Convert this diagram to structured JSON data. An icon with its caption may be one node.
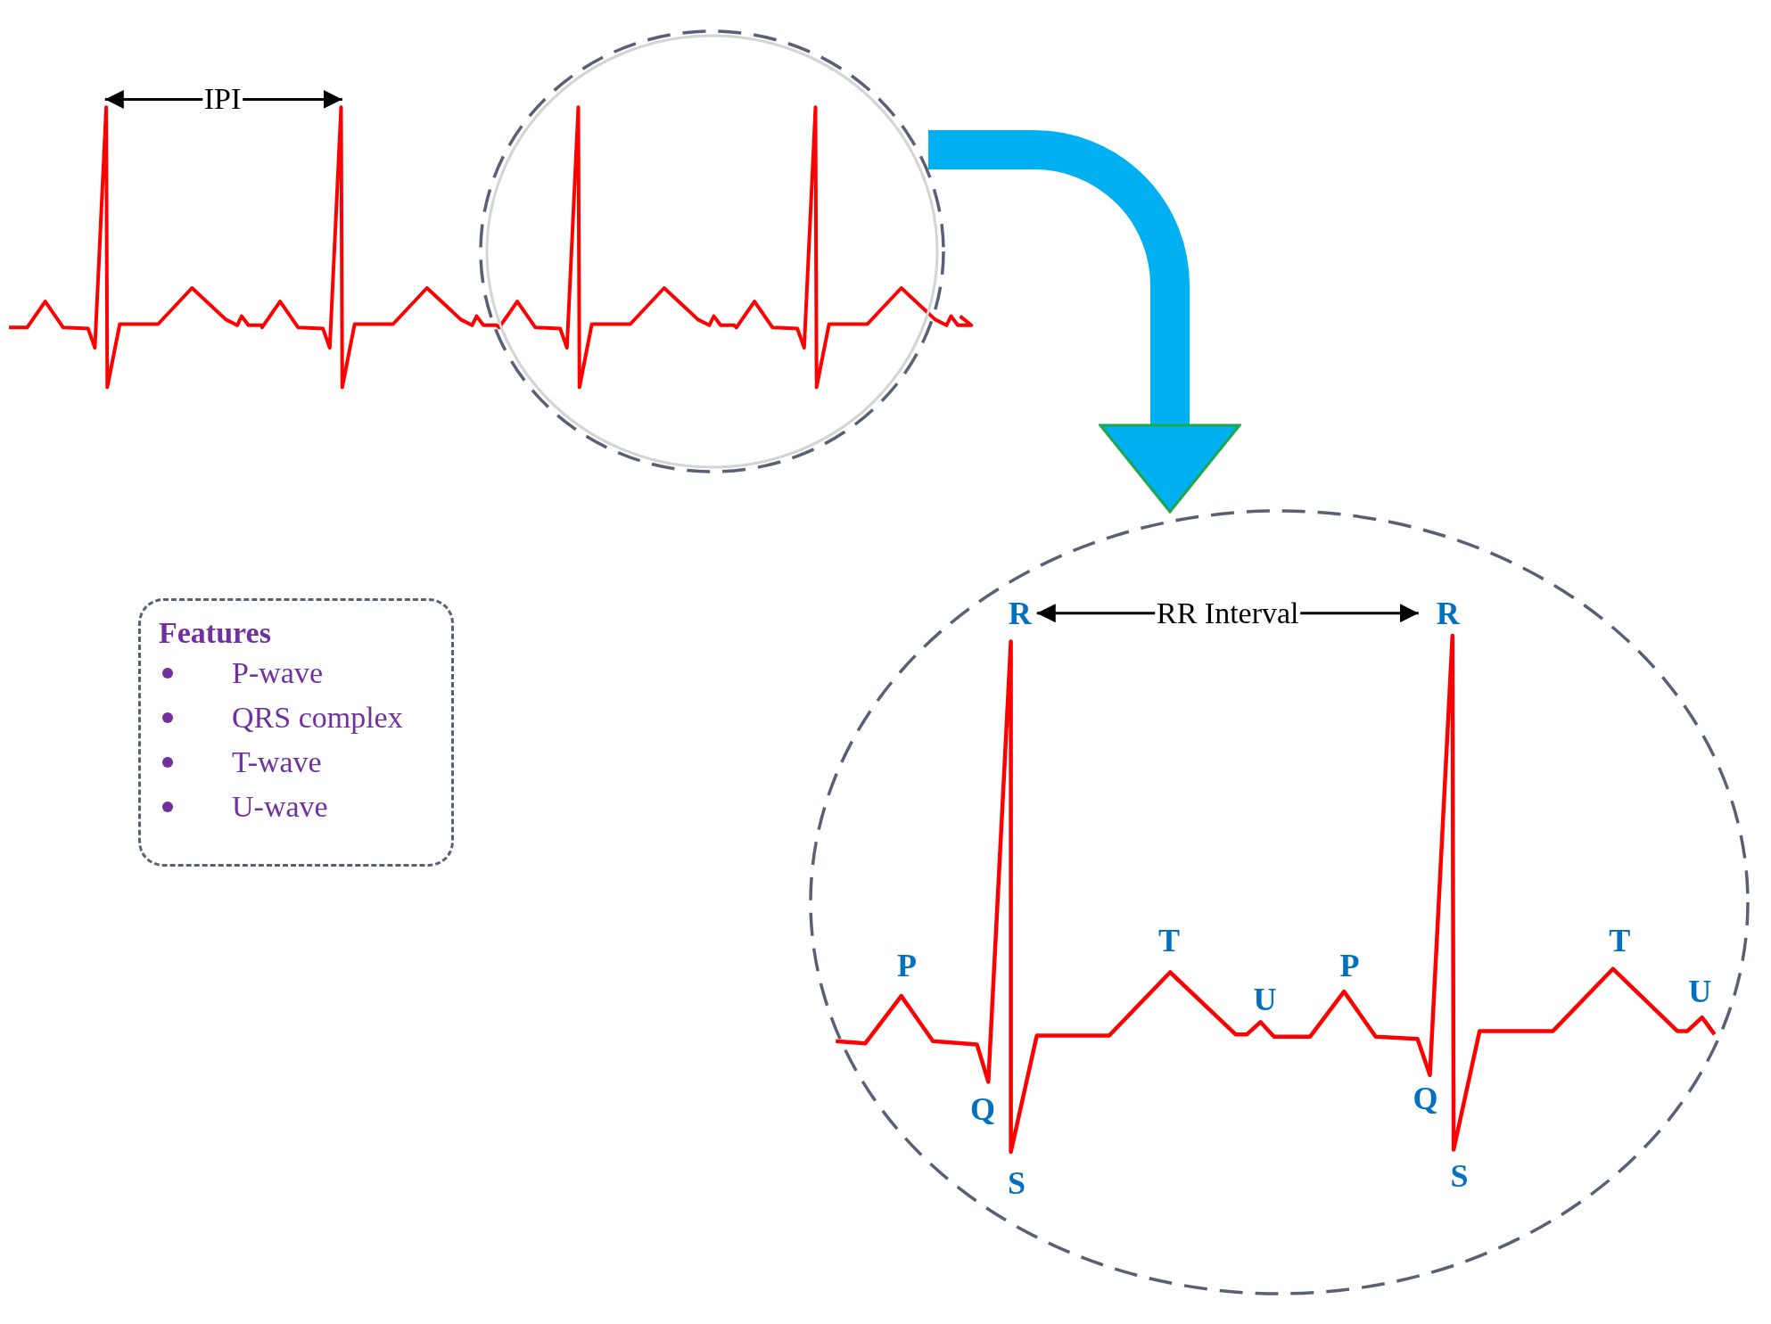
{
  "diagram": {
    "nodes": [
      {
        "text": [],
        "shape": "circle"
      },
      {
        "text": [],
        "shape": "circle"
      },
      {
        "text": [
          "Features",
          "P-wave",
          "QRS complex",
          "T-wave",
          "U-wave"
        ]
      }
    ],
    "edges": [
      {
        "from": 0,
        "to": 1,
        "arrow": "to"
      }
    ],
    "labels": [
      "IPI",
      "R",
      "RR Interval",
      "R",
      "T",
      "T",
      "P",
      "P",
      "U",
      "U",
      "Q",
      "Q",
      "S",
      "S"
    ]
  }
}
